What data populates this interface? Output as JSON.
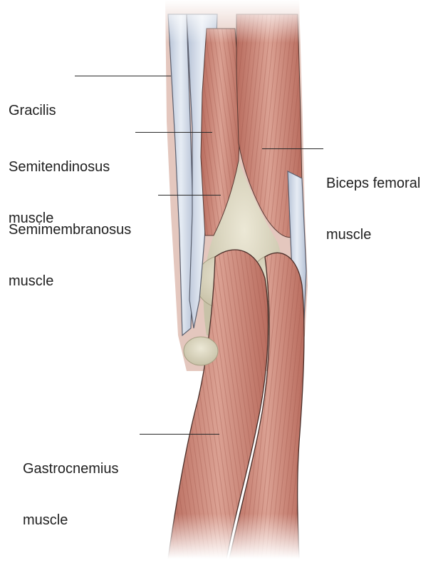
{
  "figure": {
    "labels": {
      "gracilis": {
        "lines": [
          "Gracilis"
        ]
      },
      "semitendinosus": {
        "lines": [
          "Semitendinosus",
          "muscle"
        ]
      },
      "semimembranosus": {
        "lines": [
          "Semimembranosus",
          "muscle"
        ]
      },
      "biceps_femoral": {
        "lines": [
          "Biceps femoral",
          "muscle"
        ]
      },
      "gastrocnemius": {
        "lines": [
          "Gastrocnemius",
          "muscle"
        ]
      }
    }
  },
  "colors": {
    "muscle": "#c98a7a",
    "muscle_dark": "#a85f52",
    "muscle_light": "#e2b2a4",
    "tendon": "#c9d3e3",
    "bone": "#dcd8c4",
    "outline": "#2b2b2b",
    "leader_line": "#2a2a2a",
    "label_text": "#1f1f1f"
  }
}
